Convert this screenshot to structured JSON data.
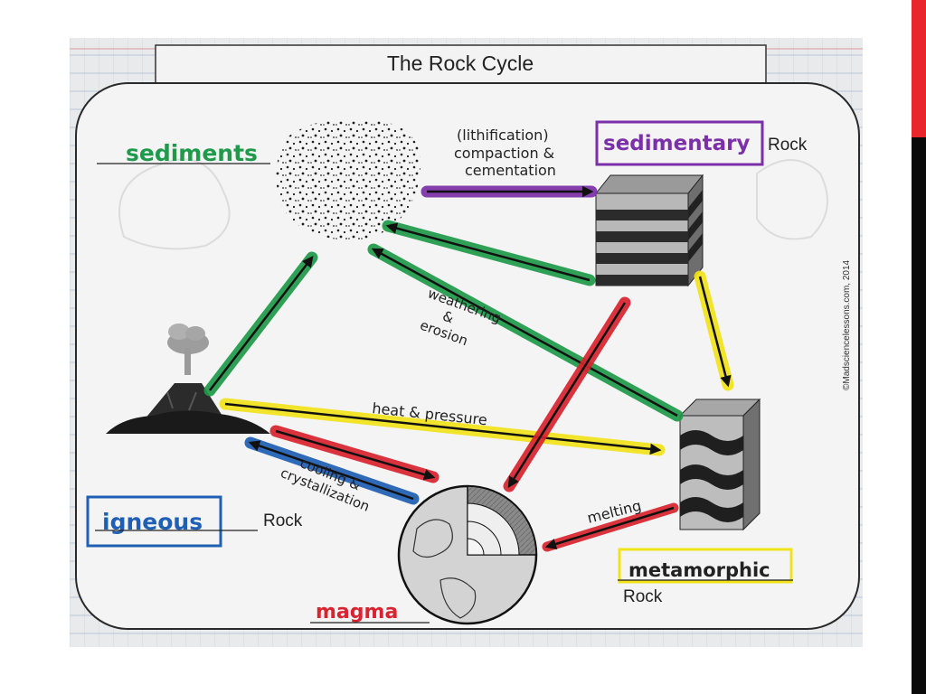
{
  "title": "The Rock Cycle",
  "copyright": "©Madsciencelessons.com, 2014",
  "nodes": {
    "sediments": {
      "label": "sediments"
    },
    "sedimentary": {
      "label": "sedimentary",
      "suffix": "Rock"
    },
    "igneous": {
      "label": "igneous",
      "suffix": "Rock"
    },
    "metamorphic": {
      "label": "metamorphic",
      "suffix": "Rock"
    },
    "magma": {
      "label": "magma"
    }
  },
  "processes": {
    "lithification": [
      "(lithification)",
      "compaction &",
      "cementation"
    ],
    "weathering": [
      "weathering",
      "&",
      "erosion"
    ],
    "heat_pressure": "heat & pressure",
    "cooling": [
      "cooling &",
      "crystallization"
    ],
    "melting": "melting"
  },
  "colors": {
    "sediments": "#1f9a4a",
    "sedimentary": "#7b2fa8",
    "igneous": "#1f5fb5",
    "metamorphic": "#f2e21a",
    "magma": "#d9232e",
    "accent_bar_top": "#e8262b",
    "accent_bar_bottom": "#0a0a0a"
  }
}
